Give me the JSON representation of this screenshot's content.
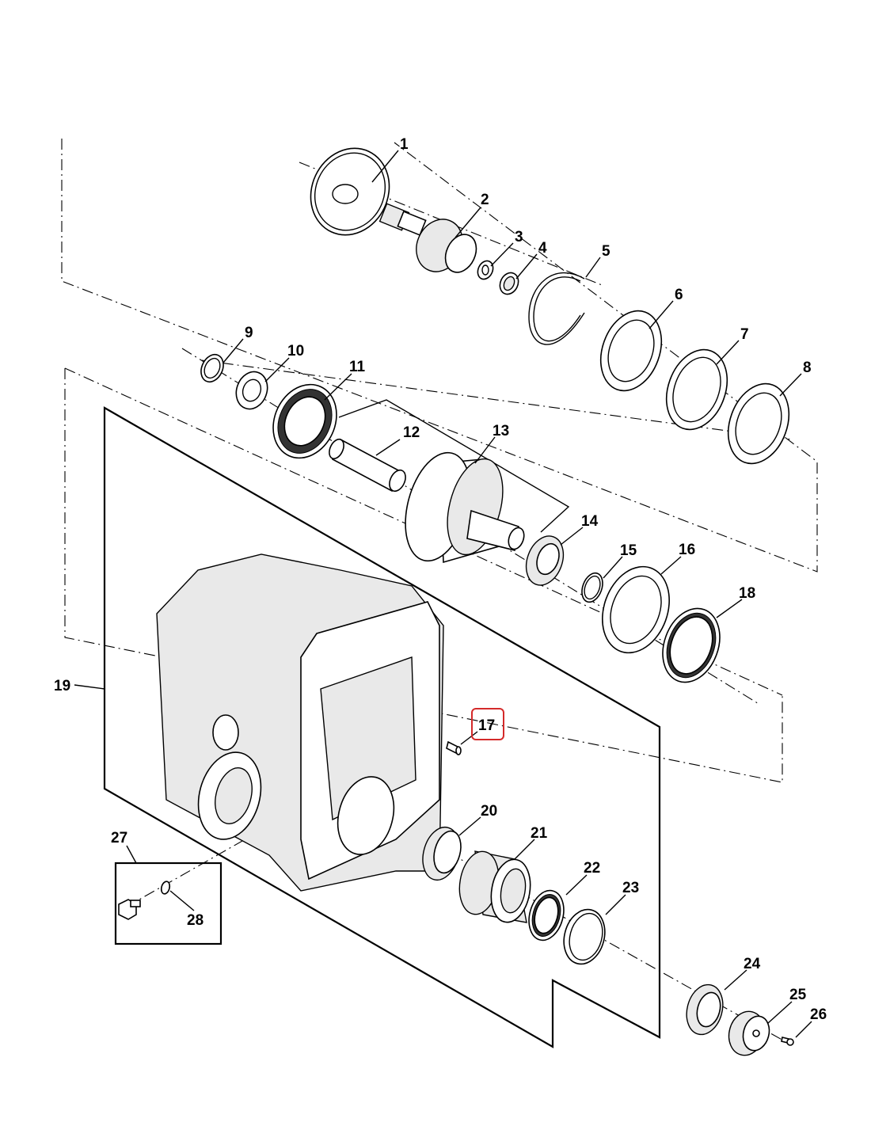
{
  "diagram": {
    "callouts": [
      {
        "id": "1",
        "label": "1"
      },
      {
        "id": "2",
        "label": "2"
      },
      {
        "id": "3",
        "label": "3"
      },
      {
        "id": "4",
        "label": "4"
      },
      {
        "id": "5",
        "label": "5"
      },
      {
        "id": "6",
        "label": "6"
      },
      {
        "id": "7",
        "label": "7"
      },
      {
        "id": "8",
        "label": "8"
      },
      {
        "id": "9",
        "label": "9"
      },
      {
        "id": "10",
        "label": "10"
      },
      {
        "id": "11",
        "label": "11"
      },
      {
        "id": "12",
        "label": "12"
      },
      {
        "id": "13",
        "label": "13"
      },
      {
        "id": "14",
        "label": "14"
      },
      {
        "id": "15",
        "label": "15"
      },
      {
        "id": "16",
        "label": "16"
      },
      {
        "id": "17",
        "label": "17",
        "highlighted": true
      },
      {
        "id": "18",
        "label": "18"
      },
      {
        "id": "19",
        "label": "19"
      },
      {
        "id": "20",
        "label": "20"
      },
      {
        "id": "21",
        "label": "21"
      },
      {
        "id": "22",
        "label": "22"
      },
      {
        "id": "23",
        "label": "23"
      },
      {
        "id": "24",
        "label": "24"
      },
      {
        "id": "25",
        "label": "25"
      },
      {
        "id": "26",
        "label": "26"
      },
      {
        "id": "27",
        "label": "27"
      },
      {
        "id": "28",
        "label": "28"
      }
    ],
    "highlight_color": "#d42a2a",
    "line_color": "#000000",
    "background": "#ffffff"
  }
}
